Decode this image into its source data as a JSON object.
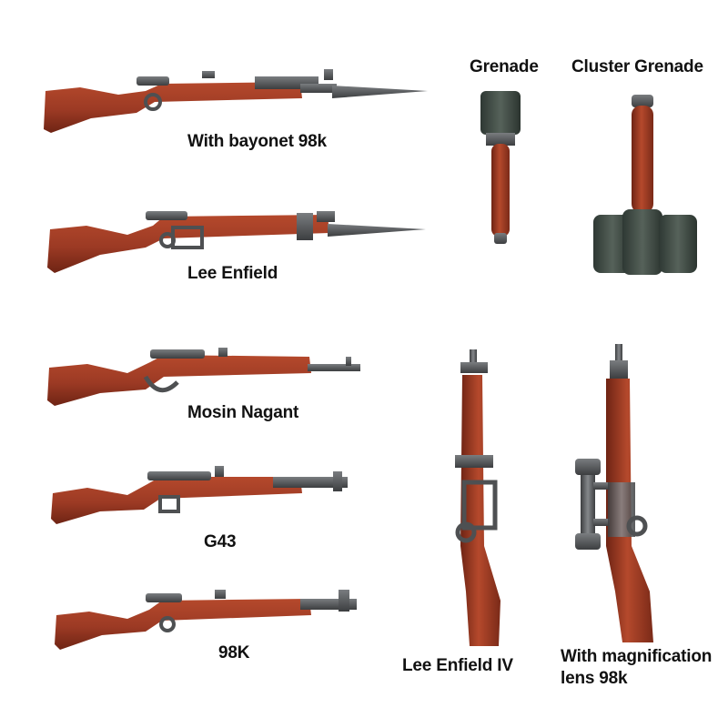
{
  "products": [
    {
      "id": "bayonet-98k",
      "label": "With bayonet 98k"
    },
    {
      "id": "lee-enfield",
      "label": "Lee Enfield"
    },
    {
      "id": "mosin-nagant",
      "label": "Mosin Nagant"
    },
    {
      "id": "g43",
      "label": "G43"
    },
    {
      "id": "98k",
      "label": "98K"
    },
    {
      "id": "grenade",
      "label": "Grenade"
    },
    {
      "id": "cluster-grenade",
      "label": "Cluster Grenade"
    },
    {
      "id": "lee-enfield-iv",
      "label": "Lee Enfield IV"
    },
    {
      "id": "scoped-98k",
      "label_line1": "With magnification",
      "label_line2": "lens 98k"
    }
  ],
  "colors": {
    "wood": "#9c3a24",
    "wood_light": "#b5492c",
    "wood_dark": "#6e2414",
    "metal": "#4e5052",
    "metal_light": "#7a7d80",
    "grenade_head": "#3f4a44",
    "background": "#ffffff"
  }
}
